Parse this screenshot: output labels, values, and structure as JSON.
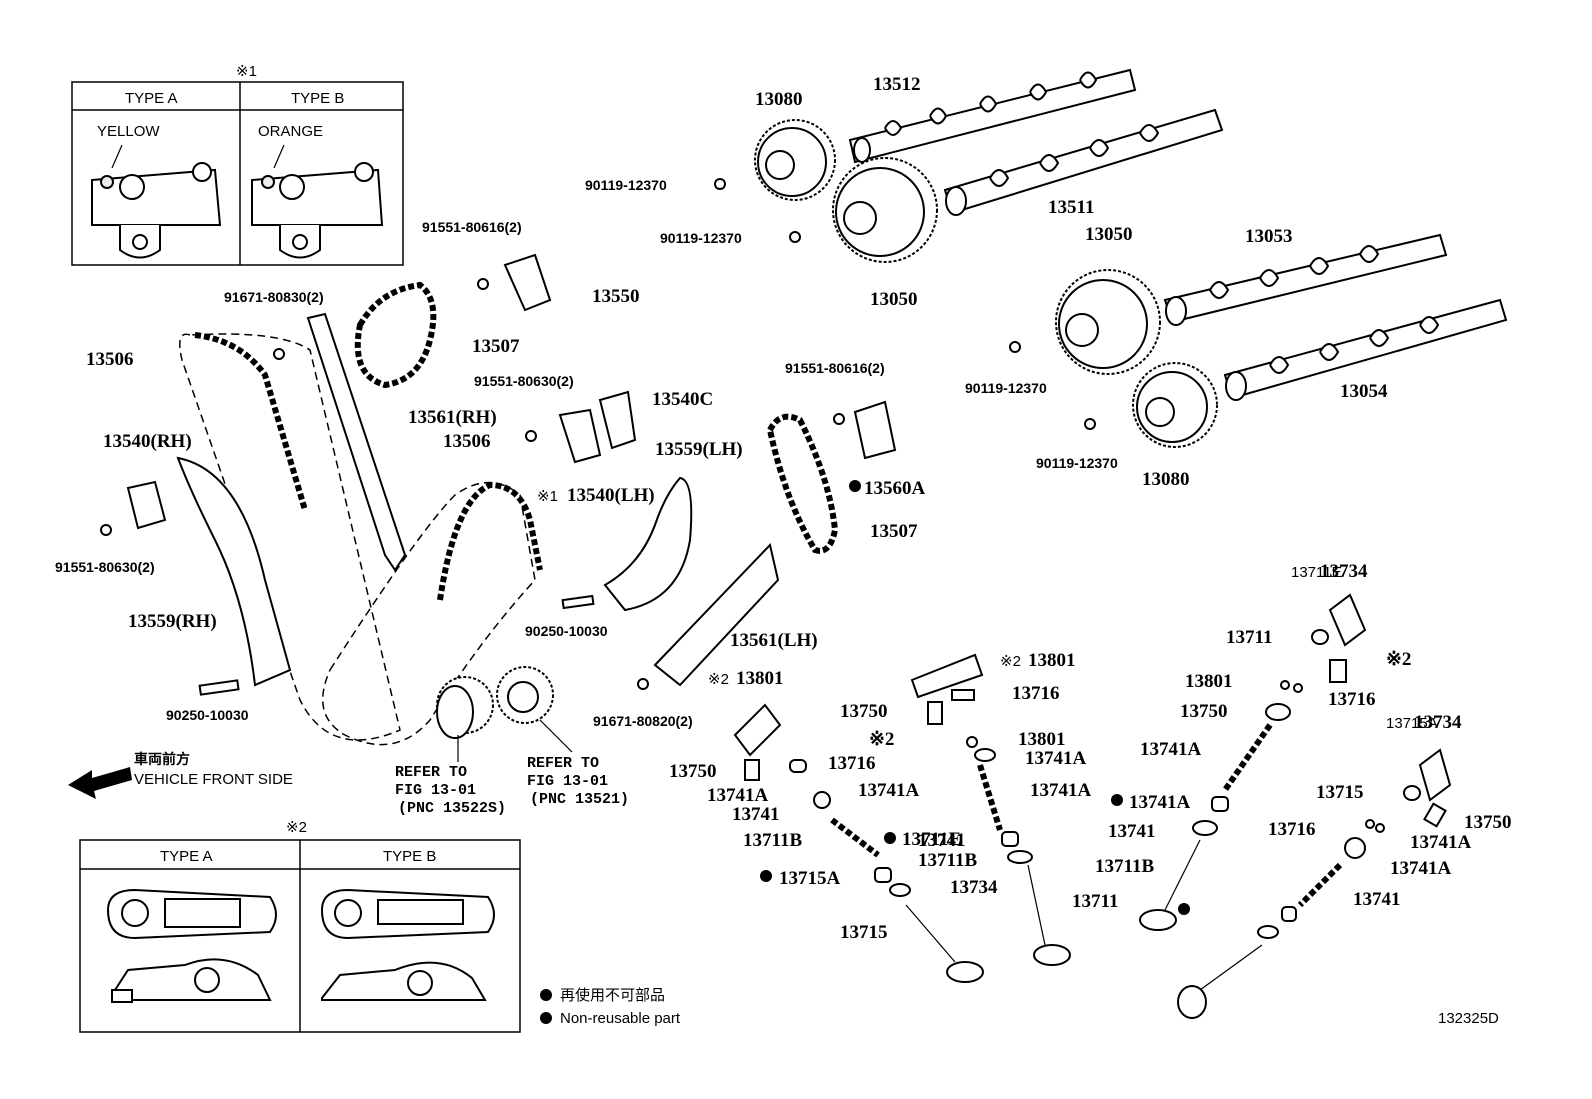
{
  "typebox1": {
    "mark": "※1",
    "type_a": "TYPE A",
    "type_b": "TYPE B",
    "color_a": "YELLOW",
    "color_b": "ORANGE"
  },
  "typebox2": {
    "mark": "※2",
    "type_a": "TYPE A",
    "type_b": "TYPE B"
  },
  "direction": {
    "jp": "車両前方",
    "en": "VEHICLE FRONT SIDE"
  },
  "refer1": {
    "l1": "REFER TO",
    "l2": "FIG 13-01",
    "l3": "(PNC 13522S)"
  },
  "refer2": {
    "l1": "REFER TO",
    "l2": "FIG 13-01",
    "l3": "(PNC 13521)"
  },
  "legend": {
    "jp": "再使用不可部品",
    "en": "Non-reusable part"
  },
  "figure_id": "132325D",
  "labels": [
    "13080",
    "13512",
    "90119-12370",
    "13511",
    "90119-12370",
    "13050",
    "13050",
    "13053",
    "90119-12370",
    "13054",
    "90119-12370",
    "13080",
    "91551-80616(2)",
    "13550",
    "91671-80830(2)",
    "13507",
    "13506",
    "13561(RH)",
    "13506",
    "91551-80630(2)",
    "13540C",
    "13540(RH)",
    "※1",
    "13540(LH)",
    "91551-80630(2)",
    "13559(LH)",
    "91551-80616(2)",
    "13560A",
    "13507",
    "13559(RH)",
    "90250-10030",
    "13561(LH)",
    "90250-10030",
    "91671-80820(2)",
    "※2",
    "13801",
    "13716",
    "13750",
    "13741A",
    "13741A",
    "13741",
    "※2",
    "13801",
    "13711B",
    "13711E",
    "13734",
    "13711",
    "13715A",
    "13715",
    "13750",
    "13716",
    "※2",
    "13801",
    "13741A",
    "13741A",
    "13741",
    "13711B",
    "13711E",
    "13734",
    "13711",
    "※2",
    "13801",
    "13716",
    "13750",
    "13741A",
    "13741A",
    "13741",
    "13711B",
    "13715A",
    "13734",
    "13715",
    "13750",
    "13716",
    "13741A",
    "13741A",
    "13741"
  ]
}
